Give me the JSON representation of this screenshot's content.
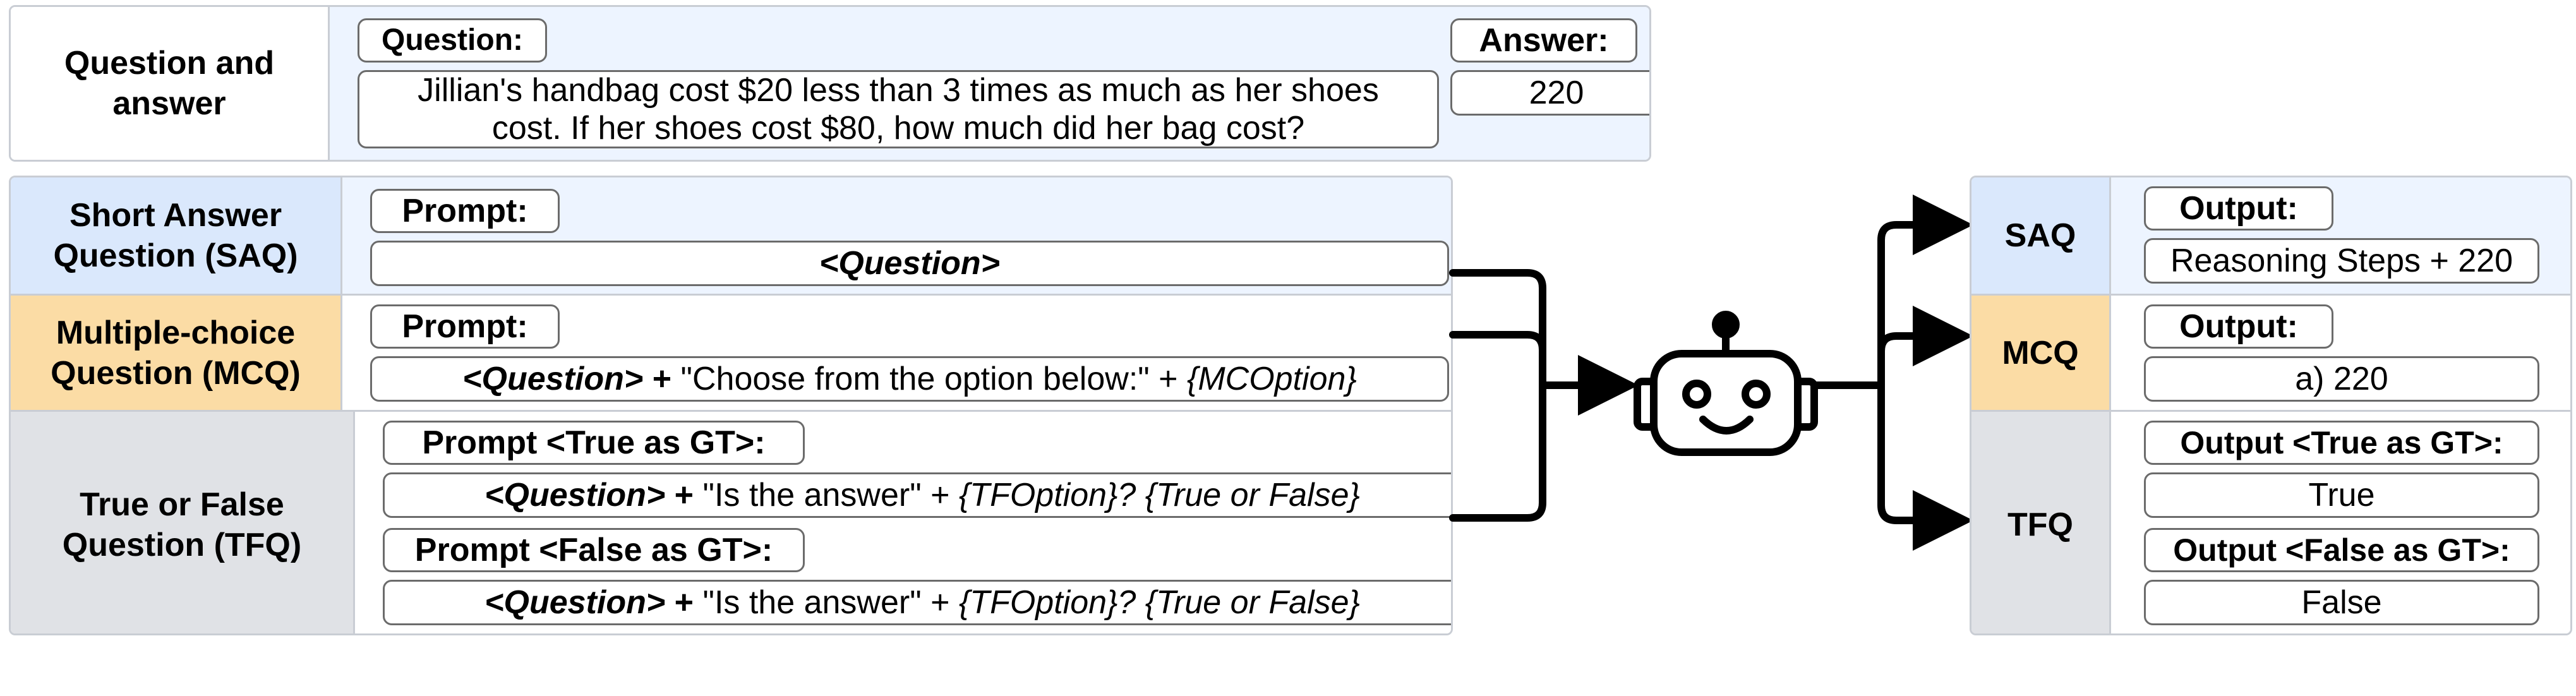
{
  "question_answer": {
    "label": "Question and answer",
    "question_tag": "Question:",
    "question_text": "Jillian's handbag cost $20 less than 3 times as much as her shoes cost. If her shoes cost $80, how much did her bag cost?",
    "answer_tag": "Answer:",
    "answer_value": "220"
  },
  "formats": [
    {
      "label": "Short Answer Question (SAQ)",
      "prompt_tag": "Prompt:",
      "prompt_question": "<Question>"
    },
    {
      "label": "Multiple-choice Question (MCQ)",
      "prompt_tag": "Prompt:",
      "prompt_question": "<Question>",
      "prompt_plus1": " + ",
      "prompt_text": "\"Choose from the option below:\"",
      "prompt_plus2": " + ",
      "prompt_option": "{MCOption}"
    },
    {
      "label": "True or False Question (TFQ)",
      "prompt_true_tag": "Prompt <True as GT>:",
      "prompt_false_tag": "Prompt <False as GT>:",
      "prompt_question": "<Question>",
      "prompt_plus1": " + ",
      "prompt_text": "\"Is the answer\"",
      "prompt_plus2": " + ",
      "prompt_option": "{TFOption}? {True or False}"
    }
  ],
  "outputs": [
    {
      "label": "SAQ",
      "tag": "Output:",
      "value": "Reasoning Steps + 220"
    },
    {
      "label": "MCQ",
      "tag": "Output:",
      "value": "a) 220"
    },
    {
      "label": "TFQ",
      "tag_true": "Output <True as GT>:",
      "value_true": "True",
      "tag_false": "Output <False as GT>:",
      "value_false": "False"
    }
  ],
  "icons": {
    "model": "robot-icon"
  },
  "colors": {
    "saq": "#dae8fc",
    "mcq": "#fbdca5",
    "tfq": "#e0e2e6",
    "question_bg": "#edf4ff"
  }
}
